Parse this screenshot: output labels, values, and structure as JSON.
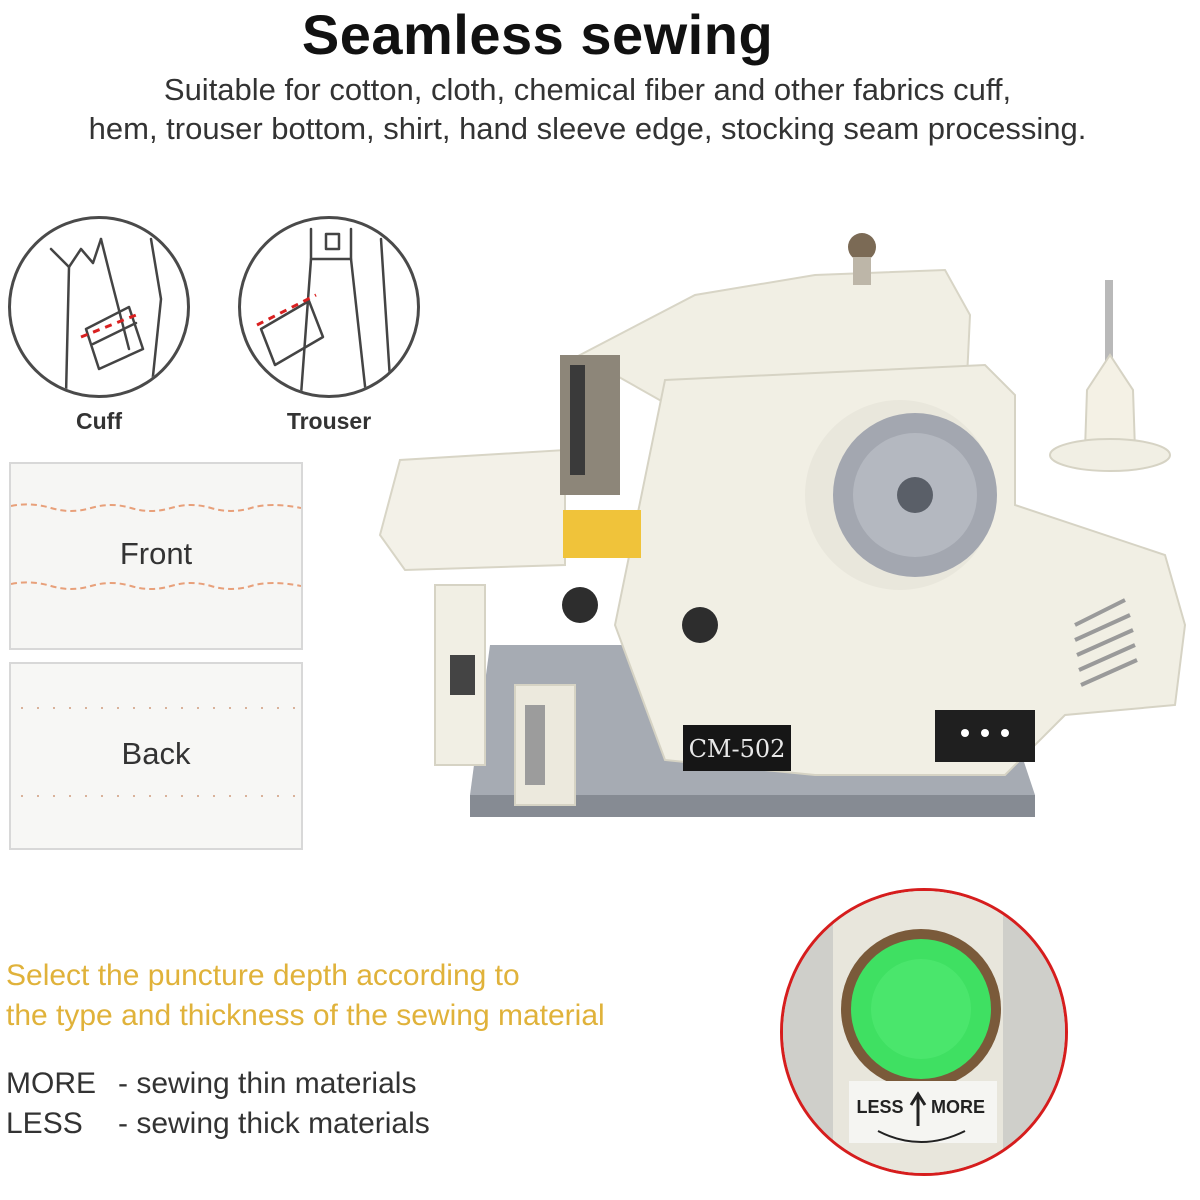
{
  "header": {
    "title": "Seamless sewing",
    "subtitle_line1": "Suitable for cotton, cloth, chemical fiber and other fabrics cuff,",
    "subtitle_line2": "hem, trouser bottom, shirt, hand sleeve edge, stocking seam processing."
  },
  "applications": [
    {
      "label": "Cuff",
      "icon": "shirt-cuff-icon"
    },
    {
      "label": "Trouser",
      "icon": "trouser-hem-icon"
    }
  ],
  "stitch_samples": [
    {
      "label": "Front"
    },
    {
      "label": "Back"
    }
  ],
  "machine": {
    "model_plate": "CM-502"
  },
  "depth_note": {
    "line1": "Select the puncture depth according to",
    "line2": "the type and thickness of the sewing material"
  },
  "legend": [
    {
      "key": "MORE",
      "desc": "- sewing thin materials"
    },
    {
      "key": "LESS",
      "desc": "- sewing thick materials"
    }
  ],
  "dial": {
    "less_label": "LESS",
    "more_label": "MORE"
  },
  "colors": {
    "accent_text": "#e0b23a",
    "stitch": "#e8a07a",
    "dial_face": "#3fe062",
    "machine_body": "#f1efe4",
    "base_plate": "#9ea3ab"
  }
}
